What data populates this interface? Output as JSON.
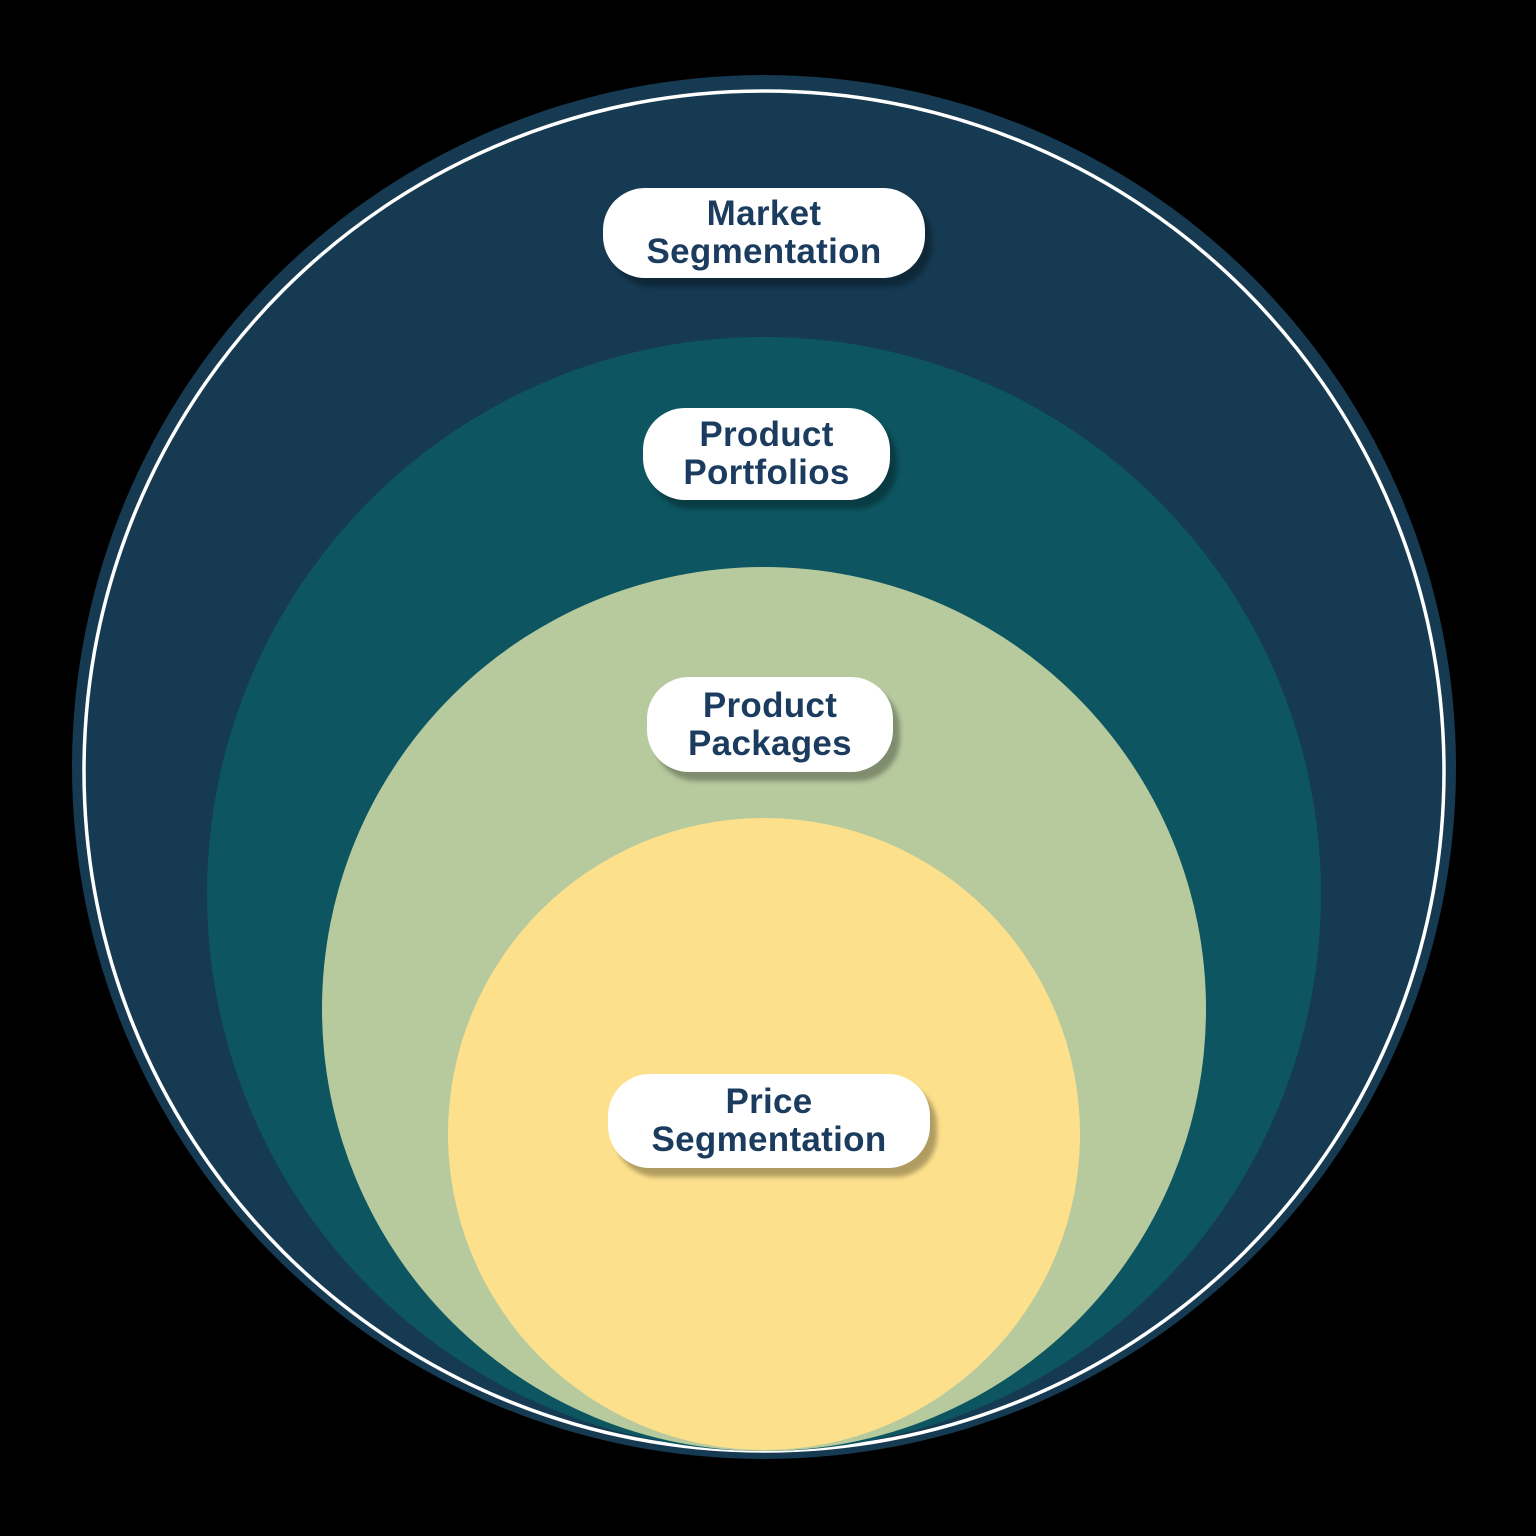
{
  "diagram": {
    "type": "nested-circles",
    "background_color": "#000000",
    "outline_color": "#FFFFFF",
    "label_bg_color": "#FFFFFF",
    "label_text_color": "#1B3C5E",
    "layers": [
      {
        "label": "Market Segmentation",
        "line1": "Market",
        "line2": "Segmentation",
        "color": "#153A52"
      },
      {
        "label": "Product Portfolios",
        "line1": "Product",
        "line2": "Portfolios",
        "color": "#0D5560"
      },
      {
        "label": "Product Packages",
        "line1": "Product",
        "line2": "Packages",
        "color": "#B7CA9E"
      },
      {
        "label": "Price Segmentation",
        "line1": "Price",
        "line2": "Segmentation",
        "color": "#FDE08C"
      }
    ]
  }
}
